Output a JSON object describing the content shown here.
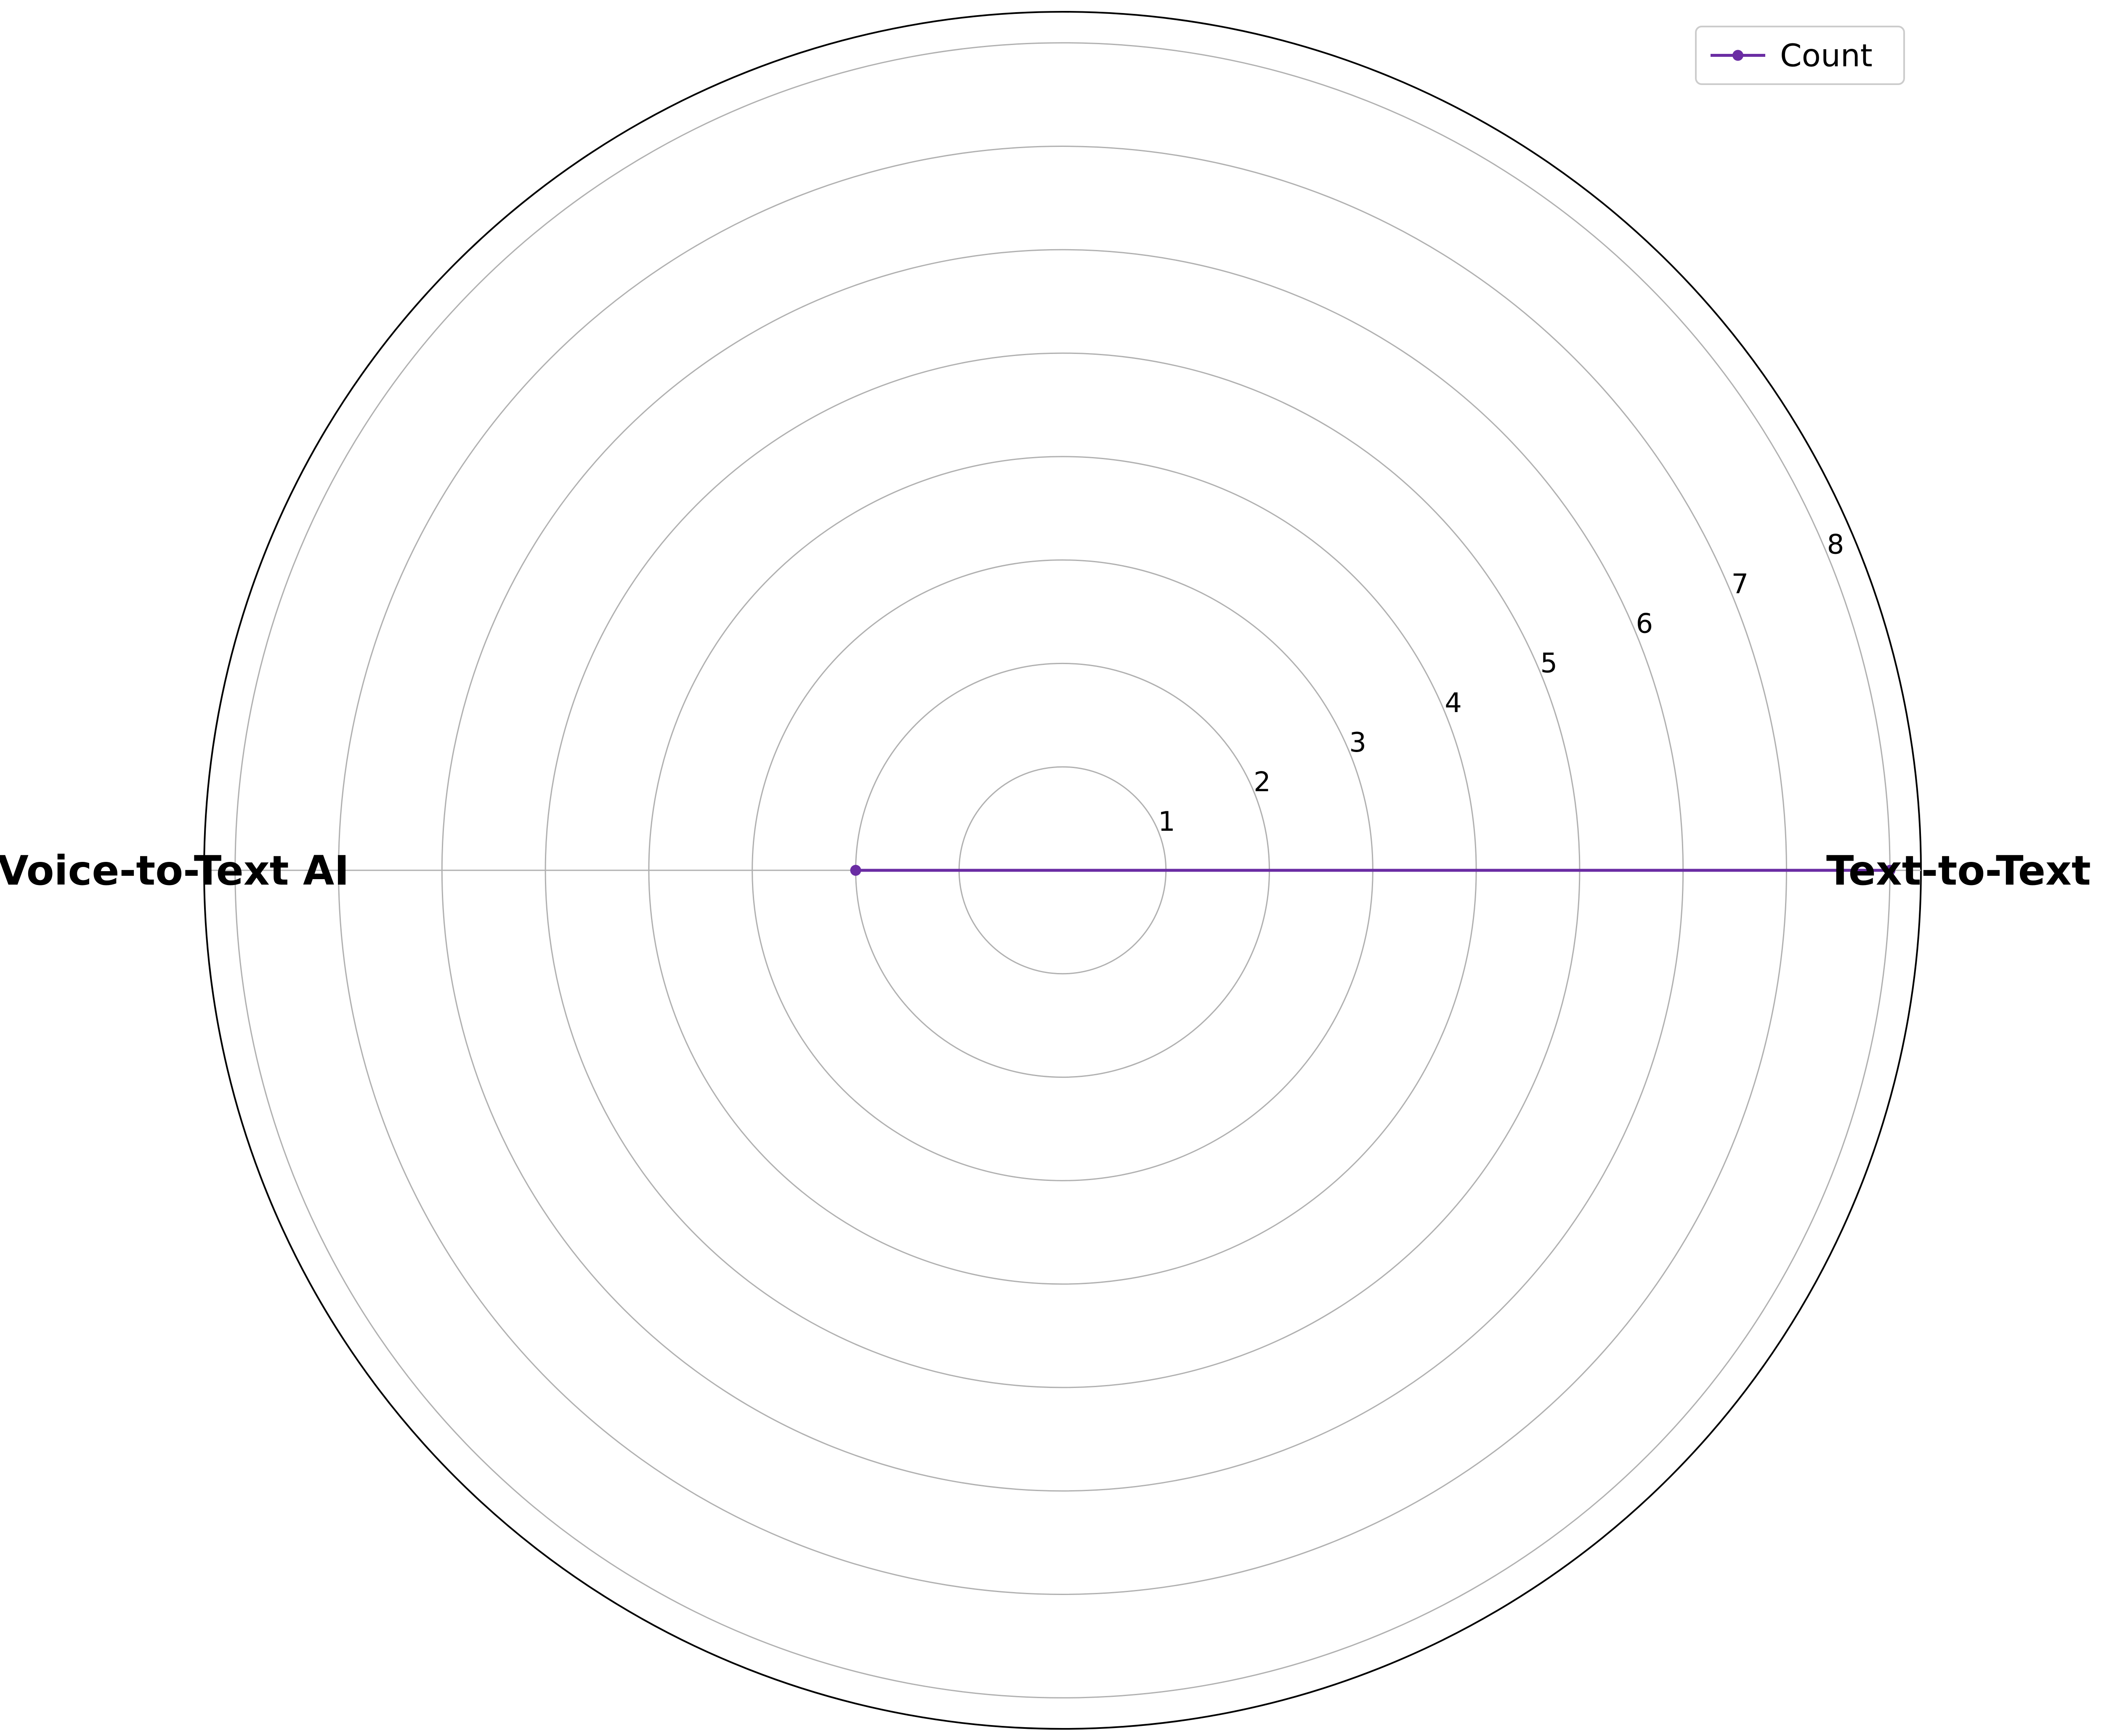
{
  "chart_data": {
    "type": "radar",
    "categories": [
      "Text-to-Text AI",
      "Voice-to-Text AI"
    ],
    "series": [
      {
        "name": "Count",
        "values": [
          8,
          2
        ],
        "color": "#6a2ca3",
        "marker": "circle"
      }
    ],
    "rlim": [
      0,
      8.3
    ],
    "r_ticks": [
      1,
      2,
      3,
      4,
      5,
      6,
      7,
      8
    ],
    "r_tick_labels": [
      "1",
      "2",
      "3",
      "4",
      "5",
      "6",
      "7",
      "8"
    ],
    "grid": true,
    "legend": {
      "placement": "top-right",
      "entries": [
        "Count"
      ]
    }
  }
}
